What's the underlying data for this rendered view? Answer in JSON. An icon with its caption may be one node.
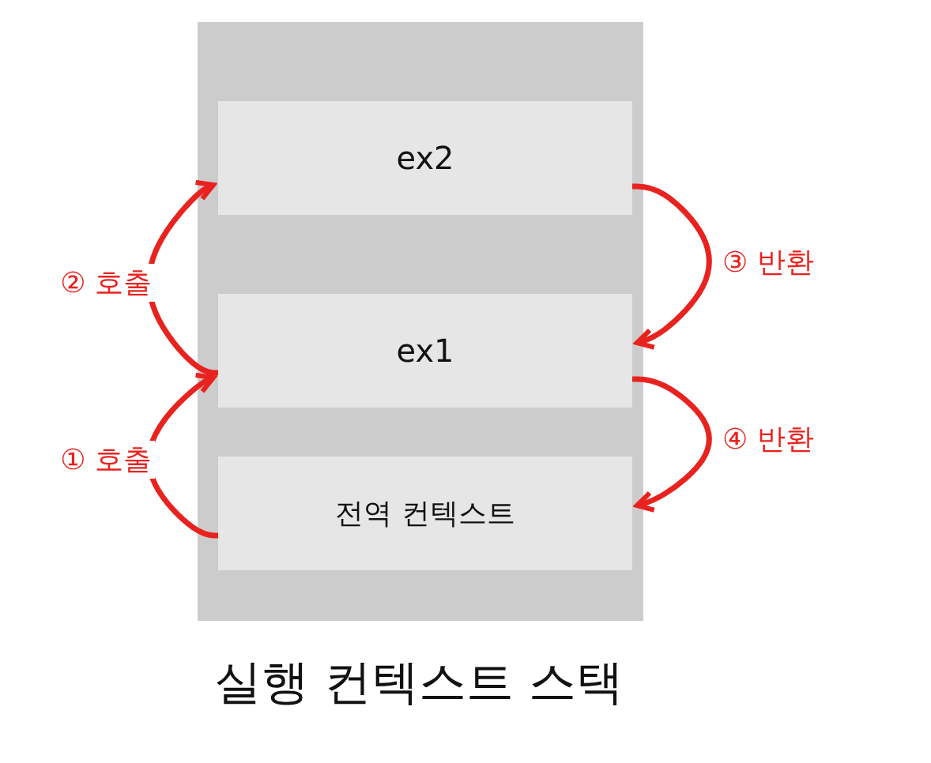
{
  "diagram": {
    "nodes": [
      {
        "text": [
          "실행 컨텍스트 스택"
        ]
      },
      {
        "text": [
          "ex2"
        ],
        "in": 0
      },
      {
        "text": [
          "ex1"
        ],
        "in": 0
      },
      {
        "text": [
          "전역 컨텍스트"
        ],
        "in": 0
      }
    ],
    "edges": [
      {
        "from": 3,
        "to": 2,
        "arrow": "to",
        "label": "① 호출"
      },
      {
        "from": 2,
        "to": 1,
        "arrow": "to",
        "label": "② 호출"
      },
      {
        "from": 1,
        "to": 2,
        "arrow": "to",
        "label": "③ 반환"
      },
      {
        "from": 2,
        "to": 3,
        "arrow": "to",
        "label": "④ 반환"
      }
    ]
  }
}
